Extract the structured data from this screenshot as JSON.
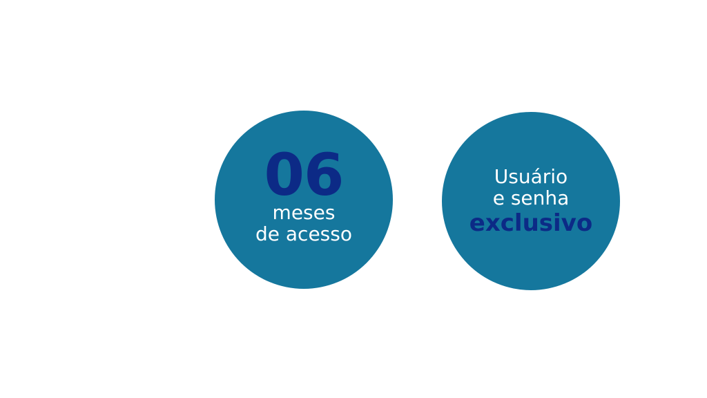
{
  "colors": {
    "circle_fill": "#15779d",
    "dark_blue": "#0c2a86",
    "white": "#ffffff"
  },
  "left_circle": {
    "number": "06",
    "line1": "meses",
    "line2": "de acesso"
  },
  "right_circle": {
    "line1": "Usuário",
    "line2": "e senha",
    "emphasis": "exclusivo"
  }
}
